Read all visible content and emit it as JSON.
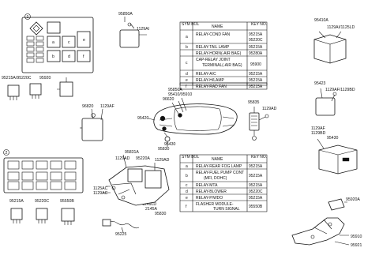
{
  "table_top": {
    "headers": [
      "SYM BOL",
      "NAME",
      "KEY NO."
    ],
    "rows": [
      {
        "sym": "a",
        "name": [
          "RELAY-COND FAN"
        ],
        "key": [
          "95215A",
          "95220C"
        ]
      },
      {
        "sym": "b",
        "name": [
          "RELAY-TAIL LAMP"
        ],
        "key": [
          "95215A"
        ]
      },
      {
        "sym": "",
        "name": [
          "RELAY-HORN(-AIR BAG)"
        ],
        "key": [
          "95280A"
        ]
      },
      {
        "sym": "c",
        "name": [
          "CAP-RELAY JOINT",
          "TERMINAL(-AIR BAG)"
        ],
        "key": [
          "95900"
        ]
      },
      {
        "sym": "d",
        "name": [
          "RELAY-A/C"
        ],
        "key": [
          "95215A"
        ]
      },
      {
        "sym": "e",
        "name": [
          "RELAY-H/LAMP"
        ],
        "key": [
          "95215A"
        ]
      },
      {
        "sym": "f",
        "name": [
          "RELAY-RAD FAN"
        ],
        "key": [
          "95215A"
        ]
      }
    ]
  },
  "table_bottom": {
    "headers": [
      "SYM BOL",
      "NAME",
      "KEY NO."
    ],
    "rows": [
      {
        "sym": "a",
        "name": [
          "RELAY-REAR FOG LAMP"
        ],
        "key": [
          "95215A"
        ]
      },
      {
        "sym": "b",
        "name": [
          "RELAY-FUEL PUMP CONT",
          "(MFI, DOHC)"
        ],
        "key": [
          "95215A"
        ]
      },
      {
        "sym": "c",
        "name": [
          "RELAY-MTA"
        ],
        "key": [
          "95215A"
        ]
      },
      {
        "sym": "d",
        "name": [
          "RELAY-BLOWER"
        ],
        "key": [
          "95220C"
        ]
      },
      {
        "sym": "e",
        "name": [
          "RELAY-P/WDO"
        ],
        "key": [
          "95215A"
        ]
      },
      {
        "sym": "f",
        "name": [
          "FLASHER MODULE-",
          "TURN SIGNAL"
        ],
        "key": [
          "95550B"
        ]
      }
    ]
  },
  "labels": {
    "circle1": "1",
    "circle2": "2",
    "p95850A": "95850A",
    "p1129AI_top": "1129AI",
    "p95215A_95220C": "95215A/95220C",
    "p95920": "95920",
    "p96820": "96820",
    "p1129AF": "1129AF",
    "p95850A_mid": "95850A",
    "p95410_95910": "95410/95910",
    "p96620": "96620",
    "p95420": "95420",
    "p95430": "95430",
    "p95830": "95830",
    "p95835": "95835",
    "p1129AD_right": "1129AD",
    "p95410A": "95410A",
    "p1129AI_1125LD": "1129AI/1125LD",
    "p95423": "95423",
    "p1129AF_1129BD": "1129AF/1129BD",
    "p1129AF_right": "1129AF",
    "p1129BD": "1129BD",
    "p95430_right": "95430",
    "p95831A": "95831A",
    "p1129AD_a": "1129AD",
    "p95220A": "95220A",
    "p1129AD_b": "1129AD",
    "p1125AC": "1125AC",
    "p1129AC": "1129AC",
    "p95890": "95890",
    "p1249LD": "1249LD",
    "p2145A": "2145A",
    "p95830_bottom": "95830",
    "p95215A_b": "95215A",
    "p95220C_b": "95220C",
    "p95550B_b": "95550B",
    "p95225": "95225",
    "p95920A": "95920A",
    "p95910": "95910",
    "p95921": "95921"
  },
  "box_letters": [
    "a",
    "b",
    "c",
    "d",
    "e",
    "f"
  ]
}
